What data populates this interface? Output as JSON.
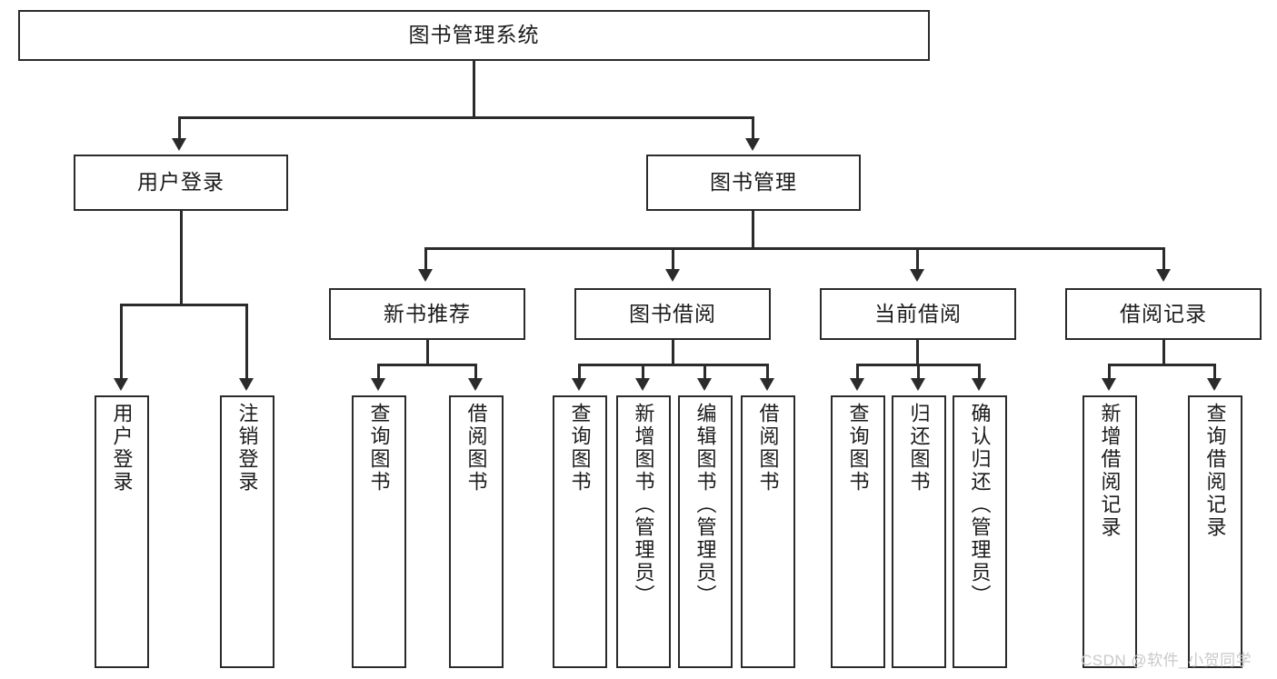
{
  "diagram": {
    "title": "图书管理系统",
    "type": "tree-hierarchy-diagram",
    "root": {
      "label": "图书管理系统"
    },
    "level2": [
      {
        "label": "用户登录"
      },
      {
        "label": "图书管理"
      }
    ],
    "level3": [
      {
        "label": "新书推荐"
      },
      {
        "label": "图书借阅"
      },
      {
        "label": "当前借阅"
      },
      {
        "label": "借阅记录"
      }
    ],
    "leaves": {
      "user_login": [
        {
          "label": "用户登录"
        },
        {
          "label": "注销登录"
        }
      ],
      "new_book_recommend": [
        {
          "label": "查询图书"
        },
        {
          "label": "借阅图书"
        }
      ],
      "book_borrow": [
        {
          "label": "查询图书"
        },
        {
          "label": "新增图书（管理员）"
        },
        {
          "label": "编辑图书（管理员）"
        },
        {
          "label": "借阅图书"
        }
      ],
      "current_borrow": [
        {
          "label": "查询图书"
        },
        {
          "label": "归还图书"
        },
        {
          "label": "确认归还（管理员）"
        }
      ],
      "borrow_record": [
        {
          "label": "新增借阅记录"
        },
        {
          "label": "查询借阅记录"
        }
      ]
    }
  },
  "watermark": {
    "text": "CSDN @软件_小贺同学"
  },
  "colors": {
    "stroke": "#2b2b2b",
    "fill": "#ffffff",
    "text": "#1b1b1b",
    "watermark": "#c9c9c9"
  }
}
